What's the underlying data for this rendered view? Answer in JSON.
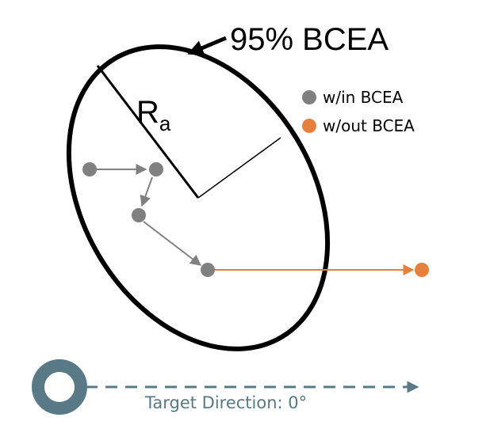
{
  "title": "95% BCEA",
  "radius_label": {
    "main": "R",
    "subscript": "a"
  },
  "legend": [
    {
      "label": "w/in BCEA",
      "color": "#808080"
    },
    {
      "label": "w/out BCEA",
      "color": "#E5813D"
    }
  ],
  "target": {
    "label": "Target Direction: 0°",
    "color": "#587985"
  },
  "colors": {
    "ellipse": "#000000",
    "inside_point": "#808080",
    "outside_point": "#E5813D",
    "arrow_inside": "#808080",
    "arrow_outside": "#E5813D"
  }
}
